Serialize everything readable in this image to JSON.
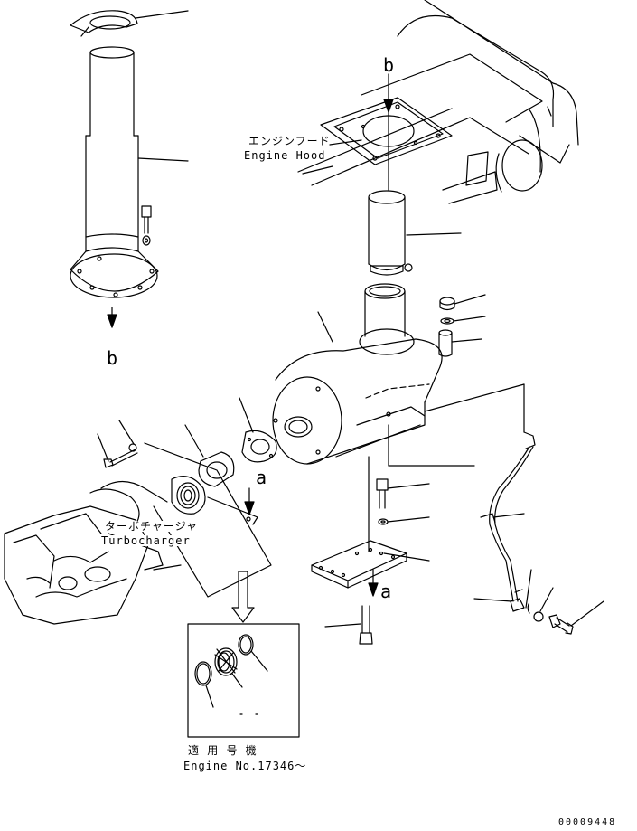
{
  "labels": {
    "engine_hood_jp": "エンジンフード",
    "engine_hood_en": "Engine Hood",
    "turbo_jp": "ターボチャージャ",
    "turbo_en": "Turbocharger",
    "serial_jp": "適 用 号 機",
    "serial_en": "Engine No.17346〜",
    "ref_b_top": "b",
    "ref_b_left": "b",
    "ref_a_turbo": "a",
    "ref_a_bracket": "a",
    "drawing_number": "00009448"
  },
  "colors": {
    "line": "#000000",
    "background": "#ffffff"
  }
}
